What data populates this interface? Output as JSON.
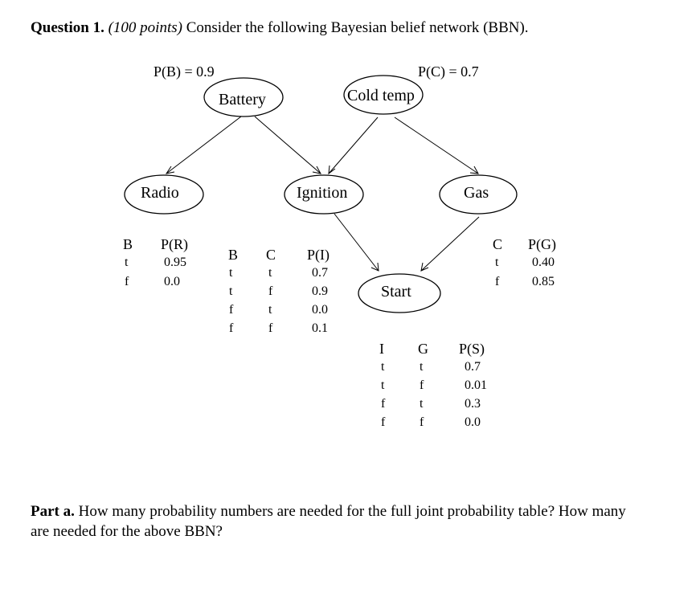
{
  "question": {
    "number": "Question 1.",
    "points": "(100 points)",
    "text": "Consider the following Bayesian belief network (BBN)."
  },
  "priors": {
    "battery": "P(B) = 0.9",
    "cold": "P(C) = 0.7"
  },
  "nodes": {
    "battery": "Battery",
    "cold": "Cold temp",
    "radio": "Radio",
    "ignition": "Ignition",
    "gas": "Gas",
    "start": "Start"
  },
  "tables": {
    "radio": {
      "headers": [
        "B",
        "P(R)"
      ],
      "rows": [
        [
          "t",
          "0.95"
        ],
        [
          "f",
          "0.0"
        ]
      ]
    },
    "ignition": {
      "headers": [
        "B",
        "C",
        "P(I)"
      ],
      "rows": [
        [
          "t",
          "t",
          "0.7"
        ],
        [
          "t",
          "f",
          "0.9"
        ],
        [
          "f",
          "t",
          "0.0"
        ],
        [
          "f",
          "f",
          "0.1"
        ]
      ]
    },
    "gas": {
      "headers": [
        "C",
        "P(G)"
      ],
      "rows": [
        [
          "t",
          "0.40"
        ],
        [
          "f",
          "0.85"
        ]
      ]
    },
    "start": {
      "headers": [
        "I",
        "G",
        "P(S)"
      ],
      "rows": [
        [
          "t",
          "t",
          "0.7"
        ],
        [
          "t",
          "f",
          "0.01"
        ],
        [
          "f",
          "t",
          "0.3"
        ],
        [
          "f",
          "f",
          "0.0"
        ]
      ]
    }
  },
  "part_a": {
    "label": "Part a.",
    "line1": "How many probability numbers are needed for the full joint probability table? How many",
    "line2": "are needed for the above BBN?"
  }
}
